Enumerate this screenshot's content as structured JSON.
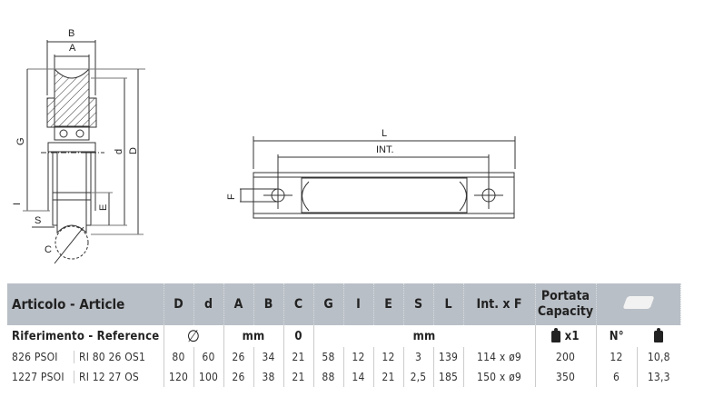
{
  "drawing": {
    "labels": {
      "B": "B",
      "A": "A",
      "G": "G",
      "d": "d",
      "D": "D",
      "I": "I",
      "E": "E",
      "S": "S",
      "C": "C",
      "L": "L",
      "INT": "INT.",
      "F": "F"
    }
  },
  "table": {
    "headers": {
      "article": "Articolo - Article",
      "D": "D",
      "d": "d",
      "A": "A",
      "B": "B",
      "C": "C",
      "G": "G",
      "I": "I",
      "E": "E",
      "S": "S",
      "L": "L",
      "intf": "Int. x F",
      "capacity": "Portata Capacity",
      "pack_icon": "box-icon"
    },
    "units": {
      "reference": "Riferimento - Reference",
      "diameter": "∅",
      "mm1": "mm",
      "C": "0",
      "mm2": "mm",
      "capacity_mult": "x1",
      "pieces": "N°"
    },
    "rows": [
      {
        "article": "826 PSOI",
        "reference": "RI 80 26 OS1",
        "D": "80",
        "d": "60",
        "A": "26",
        "B": "34",
        "C": "21",
        "G": "58",
        "I": "12",
        "E": "12",
        "S": "3",
        "L": "139",
        "intf": "114 x ø9",
        "capacity": "200",
        "pieces": "12",
        "weight": "10,8"
      },
      {
        "article": "1227 PSOI",
        "reference": "RI 12 27 OS",
        "D": "120",
        "d": "100",
        "A": "26",
        "B": "38",
        "C": "21",
        "G": "88",
        "I": "14",
        "E": "21",
        "S": "2,5",
        "L": "185",
        "intf": "150 x ø9",
        "capacity": "350",
        "pieces": "6",
        "weight": "13,3"
      }
    ]
  }
}
